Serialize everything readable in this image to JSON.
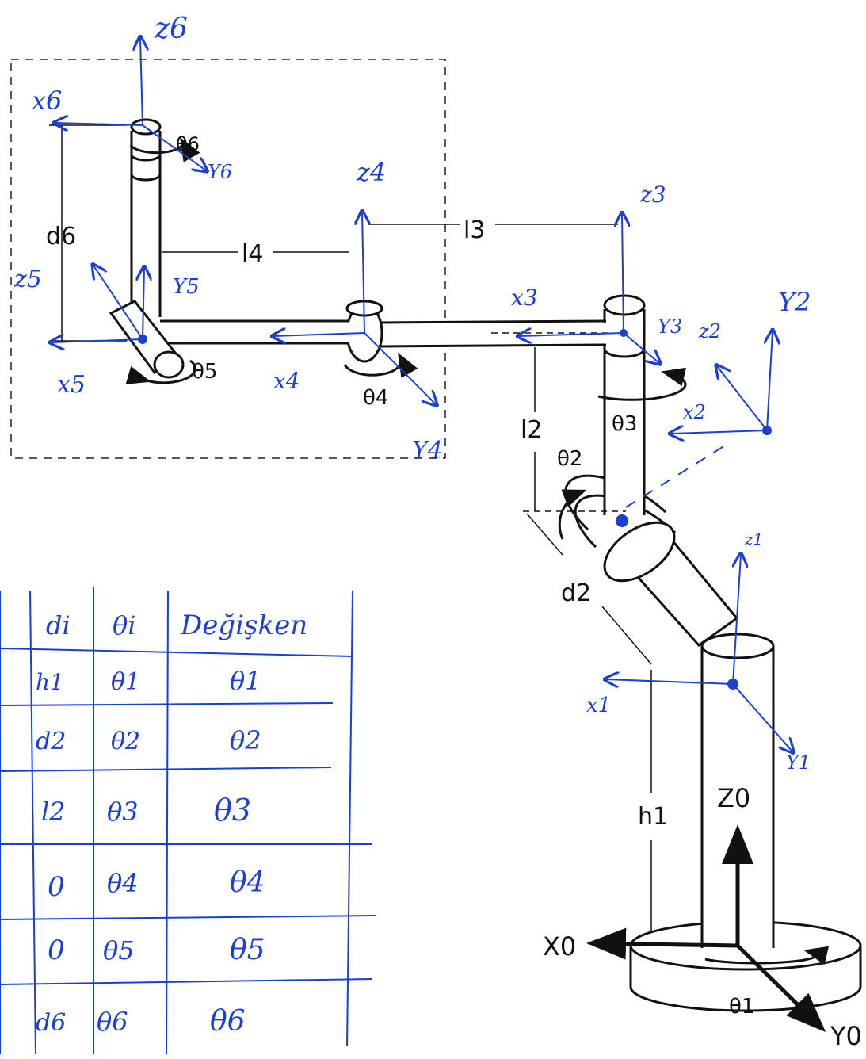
{
  "colors": {
    "ink": "#111111",
    "annotation": "#1a3fd6",
    "paper": "#ffffff"
  },
  "printed_labels": {
    "d6": "d6",
    "l4": "l4",
    "l3": "l3",
    "l2": "l2",
    "d2": "d2",
    "h1": "h1",
    "theta1": "θ1",
    "theta2": "θ2",
    "theta3": "θ3",
    "theta4": "θ4",
    "theta5": "θ5",
    "theta6": "θ6",
    "Z0": "Z0",
    "X0": "X0",
    "Y0": "Y0"
  },
  "handwritten_axes": {
    "z6": "z6",
    "x6": "x6",
    "y6": "Y6",
    "z5": "z5",
    "y5": "Y5",
    "x5": "x5",
    "z4": "z4",
    "x4": "x4",
    "y4": "Y4",
    "z3": "z3",
    "x3": "x3",
    "y3": "Y3",
    "z2": "z2",
    "y2": "Y2",
    "x2": "x2",
    "z1": "z1",
    "x1": "x1",
    "y1": "Y1"
  },
  "table": {
    "headers": [
      "di",
      "θi",
      "Değişken"
    ],
    "rows": [
      [
        "h1",
        "θ1",
        "θ1"
      ],
      [
        "d2",
        "θ2",
        "θ2"
      ],
      [
        "l2",
        "θ3",
        "θ3"
      ],
      [
        "0",
        "θ4",
        "θ4"
      ],
      [
        "0",
        "θ5",
        "θ5"
      ],
      [
        "d6",
        "θ6",
        "θ6"
      ]
    ]
  }
}
